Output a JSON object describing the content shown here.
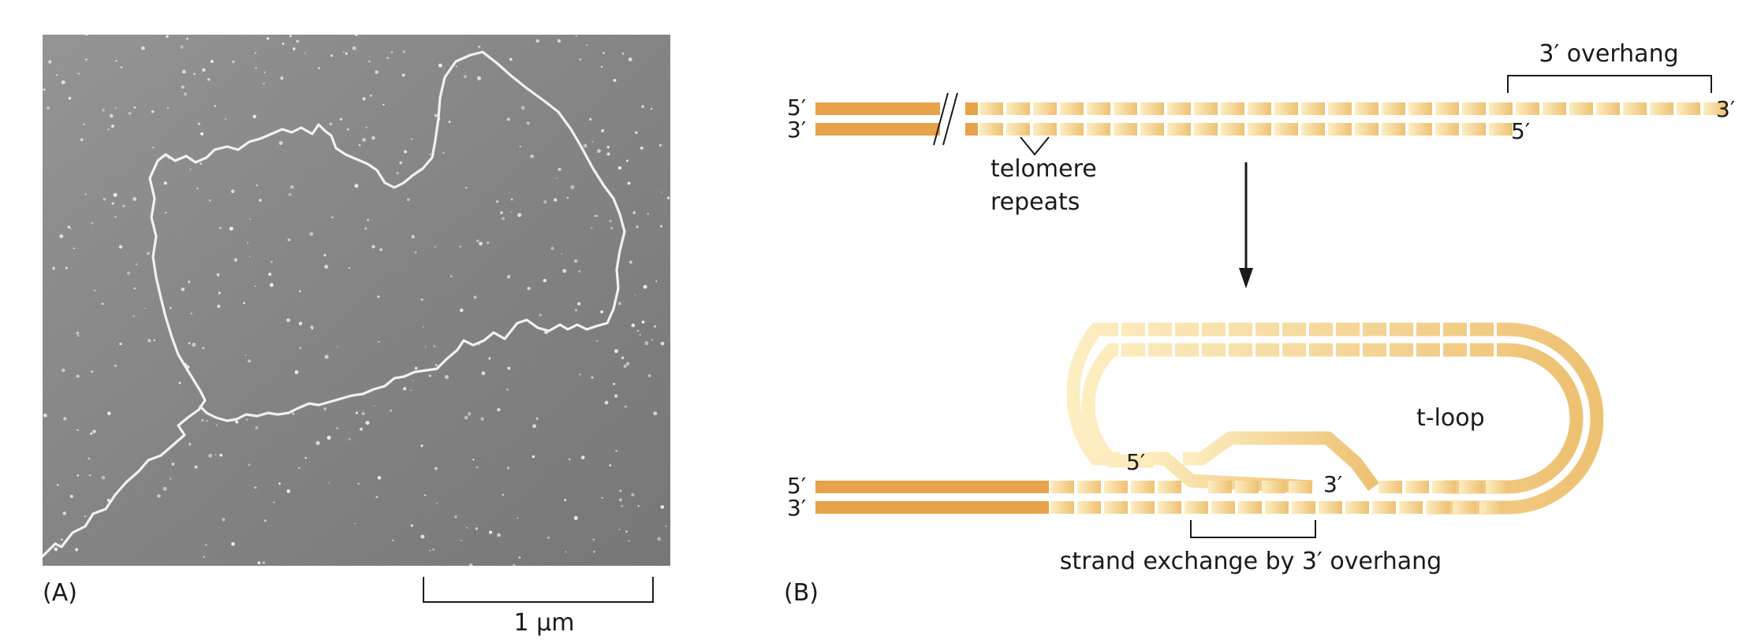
{
  "panel_a": {
    "label": "(A)",
    "scale_bar_label": "1 μm"
  },
  "panel_b": {
    "label": "(B)",
    "top": {
      "end_5_prime_top": "5′",
      "end_3_prime_bottom": "3′",
      "overhang_label": "3′ overhang",
      "overhang_end": "3′",
      "bottom_strand_end": "5′",
      "repeats_label_line1": "telomere",
      "repeats_label_line2": "repeats"
    },
    "bottom": {
      "end_5_prime_top": "5′",
      "end_3_prime_bottom": "3′",
      "loop_label": "t-loop",
      "inner_5_prime": "5′",
      "inner_3_prime": "3′",
      "exchange_label": "strand exchange by 3′ overhang"
    }
  },
  "colors": {
    "duplex_orange": "#e8a24a",
    "repeat_light": "#fbe7b0",
    "repeat_dark": "#ecc47a",
    "micrograph_gray": "#8e8e8e",
    "dna_white": "#f2f2f2"
  }
}
